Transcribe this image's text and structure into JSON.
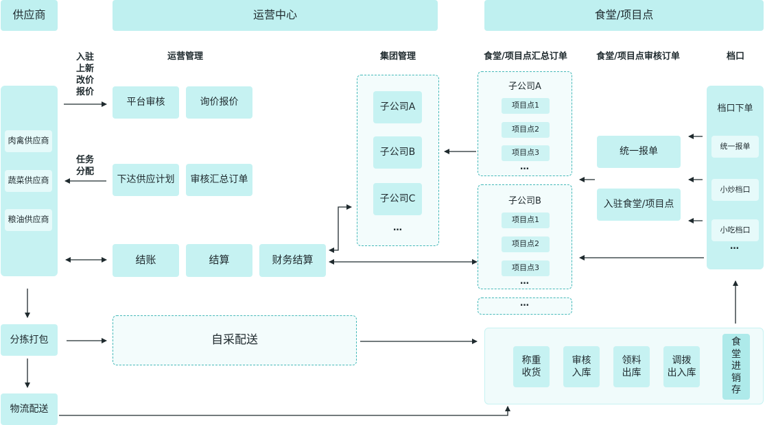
{
  "headers": {
    "supplier": "供应商",
    "ops_center": "运营中心",
    "canteen": "食堂/项目点"
  },
  "section_labels": {
    "ops_mgmt": "运营管理",
    "group_mgmt": "集团管理",
    "canteen_summary": "食堂/项目点汇总订单",
    "canteen_review": "食堂/项目点审核订单",
    "stall": "档口"
  },
  "side_labels": {
    "onboard": "入驻\n上新\n改价\n报价",
    "task": "任务\n分配"
  },
  "suppliers": [
    "肉禽供应商",
    "蔬菜供应商",
    "粮油供应商"
  ],
  "ops": {
    "platform_review": "平台审核",
    "inquiry_quote": "询价报价",
    "issue_plan": "下达供应计划",
    "review_summary": "审核汇总订单",
    "checkout": "结账",
    "settle": "结算",
    "finance_settle": "财务结算"
  },
  "group": {
    "subsidiaries": [
      "子公司A",
      "子公司B",
      "子公司C"
    ],
    "more": "…"
  },
  "summary": {
    "companyA": "子公司A",
    "companyB": "子公司B",
    "points": [
      "项目点1",
      "项目点2",
      "项目点3"
    ],
    "more": "…"
  },
  "review": {
    "unified_report": "统一报单",
    "enter_canteen": "入驻食堂/项目点"
  },
  "stall": {
    "order": "档口下单",
    "items": [
      "统一报单",
      "小炒档口",
      "小吃档口"
    ],
    "more": "…"
  },
  "left_flow": {
    "sort_pack": "分拣打包",
    "logistics": "物流配送"
  },
  "self_purchase": "自采配送",
  "warehouse": {
    "steps": [
      "称重\n收货",
      "审核\n入库",
      "领料\n出库",
      "调拨\n出入库"
    ],
    "inventory": "食堂进销存"
  },
  "colors": {
    "header": "#bff0f0",
    "box": "#c6f2f2",
    "dashed_border": "#43b8b8",
    "arrow": "#1f2a2e"
  }
}
